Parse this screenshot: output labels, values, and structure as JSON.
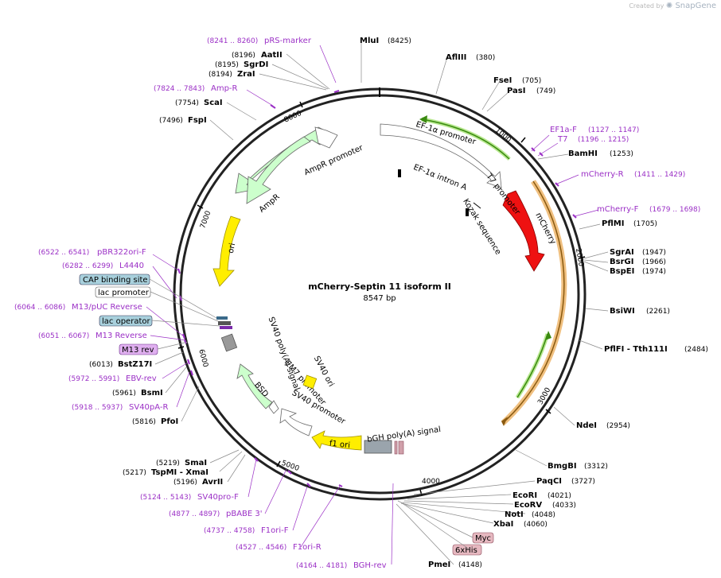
{
  "branding": {
    "created_by": "Created by",
    "app": "SnapGene"
  },
  "plasmid": {
    "name": "mCherry-Septin 11  isoform II",
    "size": "8547 bp"
  },
  "ticks": [
    "1000",
    "2000",
    "3000",
    "4000",
    "5000",
    "6000",
    "7000",
    "8000"
  ],
  "enzymes": [
    {
      "name": "MluI",
      "pos": "(8425)"
    },
    {
      "name": "AflIII",
      "pos": "(380)"
    },
    {
      "name": "FseI",
      "pos": "(705)"
    },
    {
      "name": "PasI",
      "pos": "(749)"
    },
    {
      "name": "BamHI",
      "pos": "(1253)"
    },
    {
      "name": "PflMI",
      "pos": "(1705)"
    },
    {
      "name": "SgrAI",
      "pos": "(1947)"
    },
    {
      "name": "BsrGI",
      "pos": "(1966)"
    },
    {
      "name": "BspEI",
      "pos": "(1974)"
    },
    {
      "name": "BsiWI",
      "pos": "(2261)"
    },
    {
      "name": "PflFI  - Tth111I",
      "pos": "(2484)"
    },
    {
      "name": "NdeI",
      "pos": "(2954)"
    },
    {
      "name": "BmgBI",
      "pos": "(3312)"
    },
    {
      "name": "PaqCI",
      "pos": "(3727)"
    },
    {
      "name": "EcoRI",
      "pos": "(4021)"
    },
    {
      "name": "EcoRV",
      "pos": "(4033)"
    },
    {
      "name": "NotI",
      "pos": "(4048)"
    },
    {
      "name": "XbaI",
      "pos": "(4060)"
    },
    {
      "name": "PmeI",
      "pos": "(4148)"
    },
    {
      "name": "AatII",
      "pos": "(8196)"
    },
    {
      "name": "SgrDI",
      "pos": "(8195)"
    },
    {
      "name": "ZraI",
      "pos": "(8194)"
    },
    {
      "name": "ScaI",
      "pos": "(7754)"
    },
    {
      "name": "FspI",
      "pos": "(7496)"
    },
    {
      "name": "BstZ17I",
      "pos": "(6013)"
    },
    {
      "name": "BsmI",
      "pos": "(5961)"
    },
    {
      "name": "PfoI",
      "pos": "(5816)"
    },
    {
      "name": "SmaI",
      "pos": "(5219)"
    },
    {
      "name": "TspMI  - XmaI",
      "pos": "(5217)"
    },
    {
      "name": "AvrII",
      "pos": "(5196)"
    }
  ],
  "primers": [
    {
      "name": "pRS-marker",
      "pos": "(8241 .. 8260)"
    },
    {
      "name": "Amp-R",
      "pos": "(7824 .. 7843)"
    },
    {
      "name": "EF1a-F",
      "pos": "(1127 .. 1147)"
    },
    {
      "name": "T7",
      "pos": "(1196 .. 1215)"
    },
    {
      "name": "mCherry-R",
      "pos": "(1411 .. 1429)"
    },
    {
      "name": "mCherry-F",
      "pos": "(1679 .. 1698)"
    },
    {
      "name": "pBR322ori-F",
      "pos": "(6522 .. 6541)"
    },
    {
      "name": "L4440",
      "pos": "(6282 .. 6299)"
    },
    {
      "name": "M13/pUC Reverse",
      "pos": "(6064 .. 6086)"
    },
    {
      "name": "M13 Reverse",
      "pos": "(6051 .. 6067)"
    },
    {
      "name": "EBV-rev",
      "pos": "(5972 .. 5991)"
    },
    {
      "name": "SV40pA-R",
      "pos": "(5918 .. 5937)"
    },
    {
      "name": "SV40pro-F",
      "pos": "(5124 .. 5143)"
    },
    {
      "name": "pBABE 3'",
      "pos": "(4877 .. 4897)"
    },
    {
      "name": "F1ori-F",
      "pos": "(4737 .. 4758)"
    },
    {
      "name": "F1ori-R",
      "pos": "(4527 .. 4546)"
    },
    {
      "name": "BGH-rev",
      "pos": "(4164 .. 4181)"
    }
  ],
  "boxed_features": [
    "CAP binding site",
    "lac promoter",
    "lac operator",
    "M13 rev",
    "Myc",
    "6xHis"
  ],
  "features": {
    "ef1a_promoter": "EF-1α promoter",
    "ef1a_intron": "EF-1α intron A",
    "t7_promoter": "T7 promoter",
    "kozak": "Kozak sequence",
    "mcherry": "mCherry",
    "ampr_promoter": "AmpR promoter",
    "ampr": "AmpR",
    "ori": "ori",
    "sv40_polya": "SV40 poly(A) signal",
    "em7": "EM7 promoter",
    "bsd": "BSD",
    "sv40_ori": "SV40 ori",
    "sv40_promoter": "SV40 promoter",
    "f1_ori": "f1 ori",
    "bgh_polya": "bGH poly(A) signal"
  },
  "colors": {
    "ring": "#222222",
    "mcherry": "#ee1111",
    "ampr": "#ccffcc",
    "ori": "#ffee00",
    "f1ori": "#ffee00",
    "sv40ori": "#ffee00",
    "primer": "#9b30c6",
    "orange": "#f0b060",
    "green_arc": "#55aa22",
    "cap_box": "#a8d0dc",
    "mr13_box": "#e0b0f0",
    "tag_box": "#e6b8c0"
  }
}
